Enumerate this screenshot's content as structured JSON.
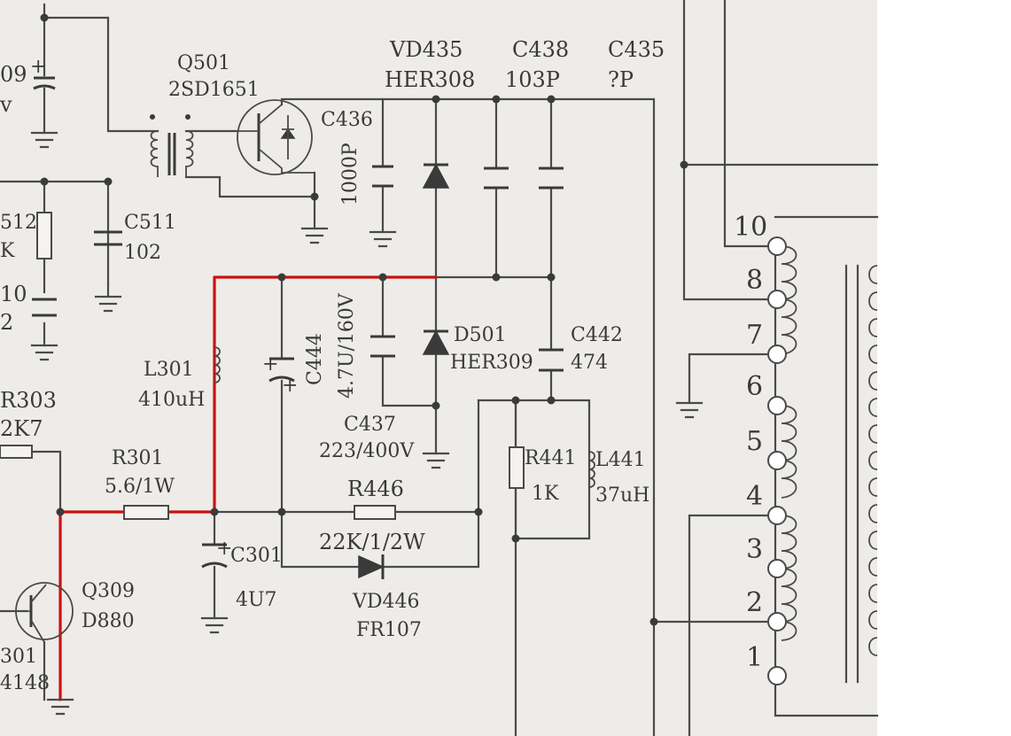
{
  "labels": {
    "q501_ref": "Q501",
    "q501_val": "2SD1651",
    "vd435_ref": "VD435",
    "vd435_val": "HER308",
    "c438_ref": "C438",
    "c438_val": "103P",
    "c435_ref": "C435",
    "c435_val": "?P",
    "c436_ref": "C436",
    "c436_val": "1000P",
    "c511_ref": "C511",
    "c511_val": "102",
    "c444_ref": "C444",
    "c444_val": "4.7U/160V",
    "d501_ref": "D501",
    "d501_val": "HER309",
    "c442_ref": "C442",
    "c442_val": "474",
    "c437_ref": "C437",
    "c437_val": "223/400V",
    "l301_ref": "L301",
    "l301_val": "410uH",
    "r303_ref": "R303",
    "r303_val": "2K7",
    "r301_ref": "R301",
    "r301_val": "5.6/1W",
    "r446_ref": "R446",
    "r446_val": "22K/1/2W",
    "vd446_ref": "VD446",
    "vd446_val": "FR107",
    "c301_ref": "C301",
    "c301_val": "4U7",
    "q309_ref": "Q309",
    "q309_val": "D880",
    "r441_ref": "R441",
    "r441_val": "1K",
    "l441_ref": "L441",
    "l441_val": "37uH",
    "cut_09": "09",
    "cut_v": "v",
    "cut_512": "512",
    "cut_k": "K",
    "cut_10": "10",
    "cut_2": "2",
    "cut_301": "301",
    "cut_4148": "4148"
  },
  "transformer_pins": [
    "10",
    "8",
    "7",
    "6",
    "5",
    "4",
    "3",
    "2",
    "1"
  ],
  "highlight_color": "#cc1111"
}
